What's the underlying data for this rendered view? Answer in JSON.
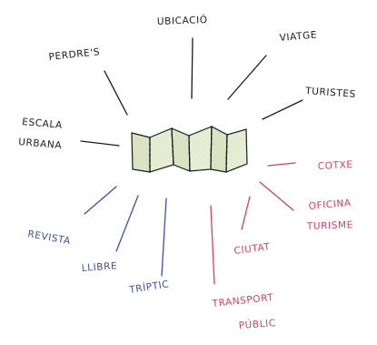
{
  "colors": {
    "paper": "#ffffff",
    "ink_black": "#1a1a1a",
    "ink_red": "#d6405e",
    "ink_blue": "#3d4fa8",
    "fold_fill": "#dbe2c4"
  },
  "labels": {
    "ubicacio": "UBICACIÓ",
    "perdre": "PERDRE'S",
    "viatge": "VIATGE",
    "turistes": "TURISTES",
    "escala_line1": "ESCALA",
    "escala_line2": "URBANA",
    "cotxe": "COTXE",
    "oficina_line1": "OFICINA",
    "oficina_line2": "TURISME",
    "ciutat": "CIUTAT",
    "transport_line1": "TRANSPORT",
    "transport_line2": "PÚBLIC",
    "revista": "REVISTA",
    "llibre": "LLIBRE",
    "triptic": "TRÍPTIC"
  }
}
